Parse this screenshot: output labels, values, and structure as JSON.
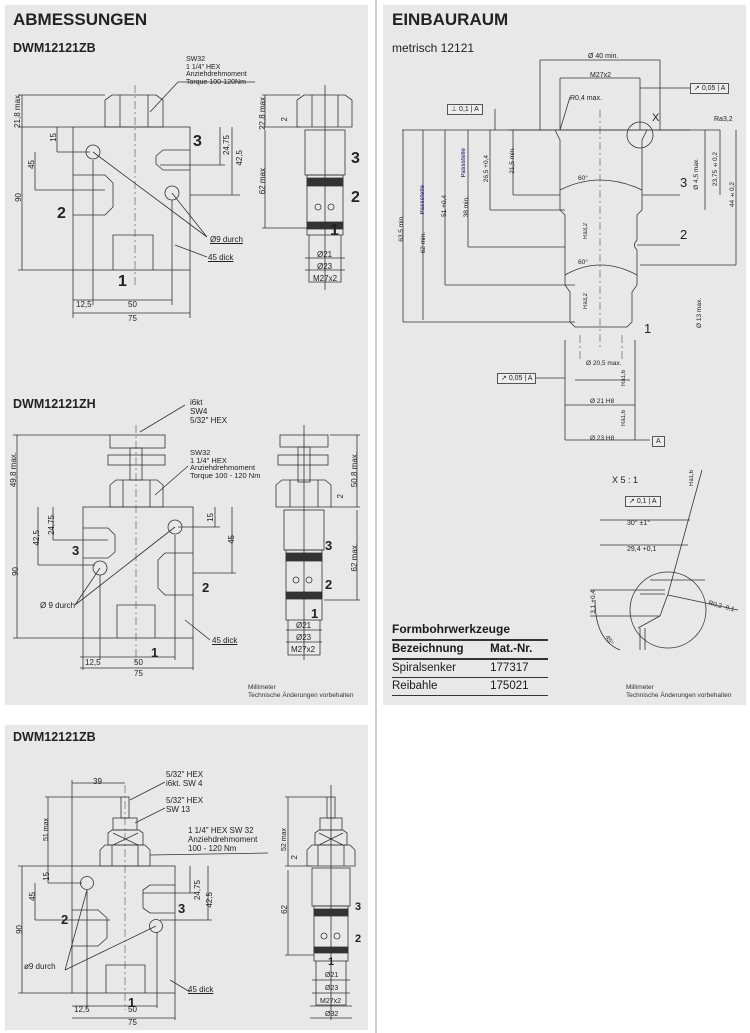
{
  "dimensions": {
    "title": "ABMESSUNGEN",
    "zb": {
      "title": "DWM12121ZB",
      "callout": [
        "SW32",
        "1 1/4\" HEX",
        "Anziehdrehmoment",
        "Torque 100-120Nm"
      ],
      "dims": {
        "h_max": "21,8 max",
        "d15": "15",
        "d45": "45",
        "d90": "90",
        "d2475": "24,75",
        "d425": "42,5",
        "d125": "12,5",
        "d50": "50",
        "d75": "75"
      },
      "holes": "Ø9 durch",
      "thick": "45 dick",
      "ports": {
        "p1": "1",
        "p2": "2",
        "p3": "3"
      },
      "side": {
        "h_max": "22,8 max",
        "d2": "2",
        "h62": "62 max",
        "d21": "Ø21",
        "d23": "Ø23",
        "thread": "M27x2",
        "p1": "1",
        "p2": "2",
        "p3": "3"
      }
    },
    "zh": {
      "title": "DWM12121ZH",
      "callout_top": [
        "i6kt",
        "SW4",
        "5/32\" HEX"
      ],
      "callout": [
        "SW32",
        "1 1/4\" HEX",
        "Anziehdrehmoment",
        "Torque 100 - 120 Nm"
      ],
      "dims": {
        "h_max": "49,8 max.",
        "d15": "15",
        "d45": "45",
        "d90": "90",
        "d2475": "24,75",
        "d425": "42,5",
        "d125": "12,5",
        "d50": "50",
        "d75": "75"
      },
      "holes": "Ø 9 durch",
      "thick": "45 dick",
      "ports": {
        "p1": "1",
        "p2": "2",
        "p3": "3"
      },
      "side": {
        "h_max": "50,8 max.",
        "d2": "2",
        "h62": "62 max.",
        "d21": "Ø21",
        "d23": "Ø23",
        "thread": "M27x2",
        "p1": "1",
        "p2": "2",
        "p3": "3"
      }
    },
    "zb2": {
      "title": "DWM12121ZB",
      "callout1": [
        "5/32\" HEX",
        "i6kt. SW 4"
      ],
      "callout2": [
        "5/32\" HEX",
        "SW 13"
      ],
      "callout3": [
        "1 1/4\" HEX SW 32",
        "Anziehdrehmoment",
        "100 - 120 Nm"
      ],
      "dims": {
        "d39": "39",
        "h_max": "51 max",
        "d15": "15",
        "d45": "45",
        "d90": "90",
        "d2475": "24,75",
        "d425": "42,5",
        "d125": "12,5",
        "d50": "50",
        "d75": "75"
      },
      "holes": "ø9  durch",
      "thick": "45  dick",
      "ports": {
        "p1": "1",
        "p2": "2",
        "p3": "3"
      },
      "side": {
        "h_max": "52 max",
        "d2": "2",
        "h62": "62",
        "d21": "Ø21",
        "d23": "Ø23",
        "thread": "M27x2",
        "d32": "Ø32",
        "p1": "1",
        "p2": "2",
        "p3": "3"
      }
    },
    "note": [
      "Millimeter",
      "Technische Änderungen vorbehalten"
    ]
  },
  "installation": {
    "title": "EINBAURAUM",
    "subtitle": "metrisch 12121",
    "labels": {
      "d40": "Ø 40 min.",
      "thread": "M27x2",
      "tol1": "0,05",
      "datum": "A",
      "r04": "R0,4 max.",
      "tol2": "0,1",
      "x": "X",
      "ra32": "Ra3,2",
      "p3": "3",
      "p2": "2",
      "p1": "1",
      "h635": "63,5 min.",
      "pass1": "Passstelle",
      "h62": "62 min.",
      "h51": "51 +0,4",
      "h38": "38 min.",
      "pass2": "Passstelle",
      "h265": "26,5 +0,4",
      "h215": "21,5 min.",
      "a60a": "60°",
      "a60b": "60°",
      "ra32a": "Ra3,2",
      "ra32b": "Ra3,2",
      "d45": "Ø 4,5 max.",
      "h2375": "23,75 ±0,2",
      "h44": "44 ±0,2",
      "d13": "Ø 13 max.",
      "d205": "Ø 20,5 max.",
      "tol3": "0,05",
      "d21": "Ø 21 H8",
      "d23": "Ø 23 H8",
      "ra16a": "Ra1,6",
      "ra16b": "Ra1,6"
    },
    "detail": {
      "title": "X 5 : 1",
      "tol": "0,1",
      "datum": "A",
      "ra16": "Ra1,6",
      "angle30": "30° ±1°",
      "d294": "29,4 +0,1",
      "d31": "3,1 +0,4",
      "angle45": "45°",
      "r02": "R0,2 -0,1"
    },
    "tools_table": {
      "caption": "Formbohrwerkzeuge",
      "headers": [
        "Bezeichnung",
        "Mat.-Nr."
      ],
      "rows": [
        [
          "Spiralsenker",
          "177317"
        ],
        [
          "Reibahle",
          "175021"
        ]
      ]
    },
    "note": [
      "Millimeter",
      "Technische Änderungen vorbehalten"
    ]
  }
}
